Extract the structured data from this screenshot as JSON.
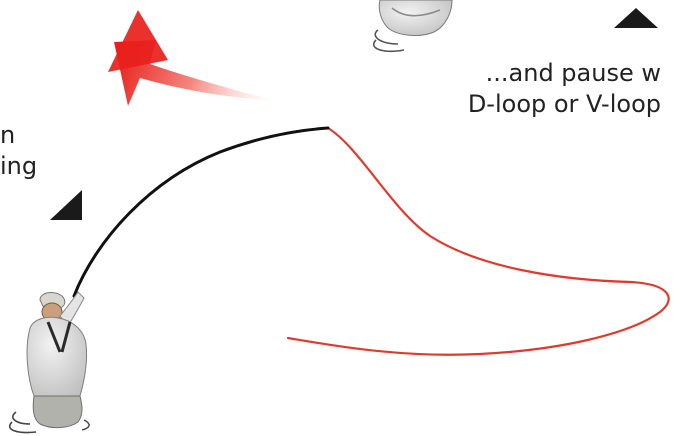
{
  "captions": {
    "right": {
      "line1": "...and pause w",
      "line2": "D-loop or V-loop"
    },
    "left": {
      "line1": "n",
      "line2": "ing"
    }
  },
  "colors": {
    "line": "#e03a2e",
    "rod": "#111111",
    "arrow_start": "#f7c6c2",
    "arrow_end": "#e8201c",
    "marker": "#1a1a1a",
    "text": "#222222"
  },
  "icons": {
    "angler_bottom": "angler-figure",
    "angler_top": "angler-figure",
    "direction_arrow": "sweep-arrow",
    "marker_left": "triangle-marker",
    "marker_right": "triangle-marker"
  }
}
